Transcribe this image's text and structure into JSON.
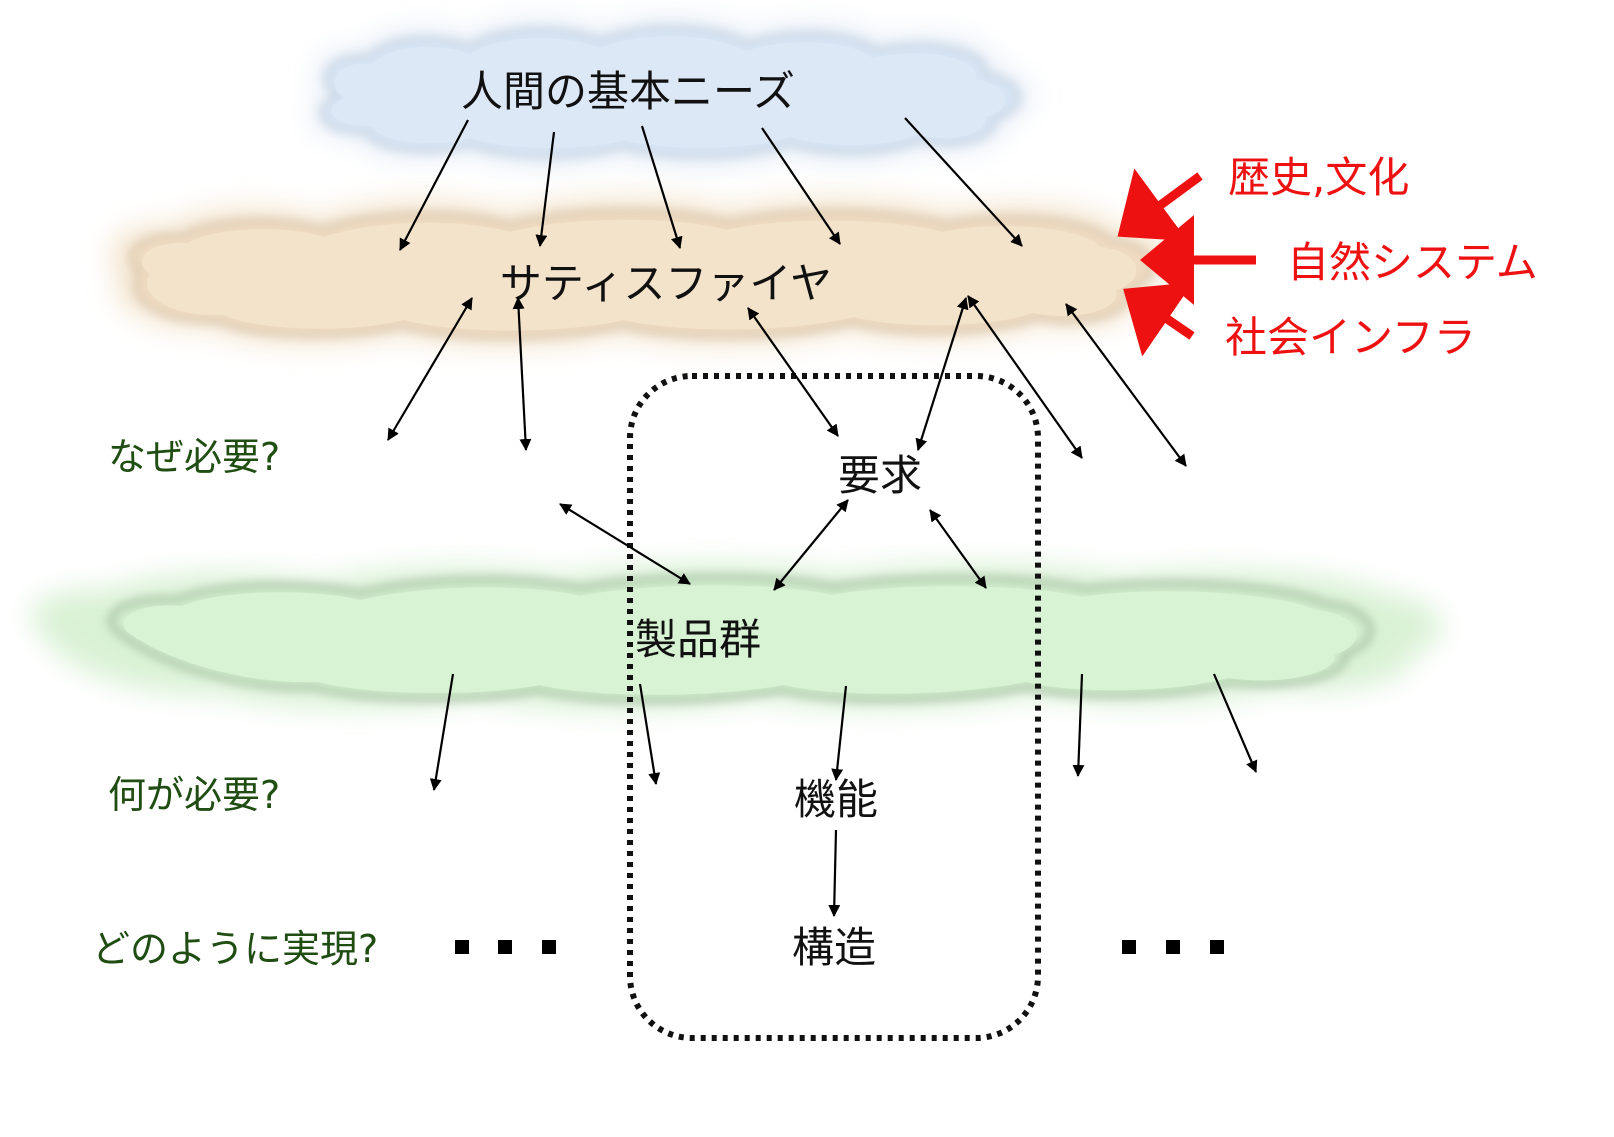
{
  "clouds": {
    "needs": {
      "label": "人間の基本ニーズ",
      "color": "#dde9f6"
    },
    "satisfier": {
      "label": "サティスファイヤ",
      "color": "#f4e4cd"
    },
    "products": {
      "label": "製品群",
      "color": "#d7f3d4"
    }
  },
  "nodes": {
    "requirement": "要求",
    "function": "機能",
    "structure": "構造"
  },
  "questions": {
    "why": "なぜ必要?",
    "what": "何が必要?",
    "how": "どのように実現?"
  },
  "influences": {
    "history": "歴史,文化",
    "nature": "自然システム",
    "infra": "社会インフラ",
    "color": "#ee1111"
  },
  "ellipsis": {
    "left": "・・・",
    "right": "・・・"
  }
}
